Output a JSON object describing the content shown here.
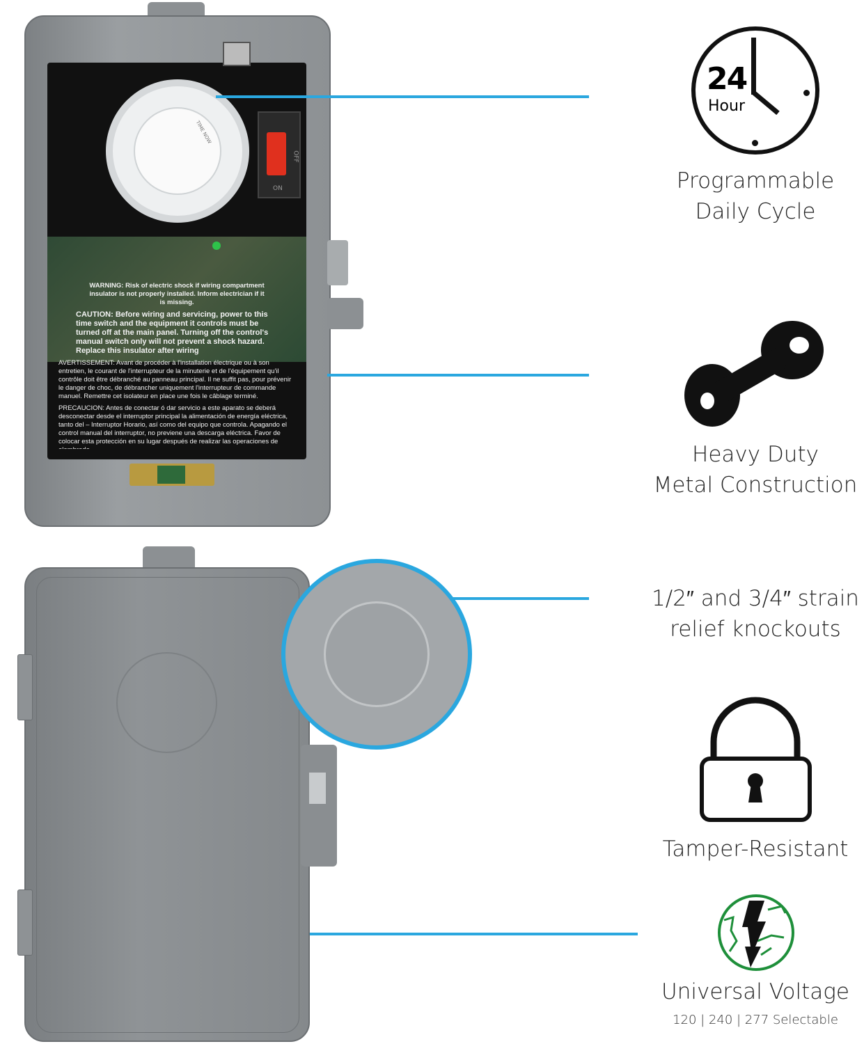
{
  "features": [
    {
      "icon": "24-hour-clock-icon",
      "clock_number": "24",
      "clock_unit": "Hour",
      "lines": [
        "Programmable",
        "Daily Cycle"
      ]
    },
    {
      "icon": "dumbbell-icon",
      "lines": [
        "Heavy Duty",
        "Metal Construction"
      ]
    },
    {
      "icon": "knockout-icon",
      "lines": [
        "1/2″ and 3/4″ strain",
        "relief knockouts"
      ]
    },
    {
      "icon": "padlock-icon",
      "lines": [
        "Tamper-Resistant"
      ]
    },
    {
      "icon": "lightning-globe-icon",
      "lines": [
        "Universal Voltage"
      ],
      "subtitle": "120 | 240 | 277 Selectable"
    }
  ],
  "product_label": {
    "warning": "WARNING: Risk of electric shock if wiring compartment insulator is not properly installed. Inform electrician if it is missing.",
    "caution": "CAUTION: Before wiring and servicing, power to this time switch and the equipment it controls must be turned off at the main panel. Turning off the control's manual switch only will not prevent a shock hazard. Replace this insulator after wiring",
    "avertissement": "AVERTISSEMENT: Avant de procéder à l'installation électrique ou à son entretien, le courant de l'interrupteur de la minuterie et de l'équipement qu'il contrôle doit être débranché au panneau principal. Il ne suffit pas, pour prévenir le danger de choc, de débrancher uniquement l'interrupteur de commande manuel. Remettre cet isolateur en place une fois le câblage terminé.",
    "precaucion": "PRECAUCION: Antes de conectar ó dar servicio a este aparato se deberá desconectar desde el interruptor principal la alimentación de energía eléctrica, tanto del – Interruptor Horario, así como del equipo que controla. Apagando el control manual del interruptor, no previene una descarga eléctrica. Favor de colocar esta protección en su lugar después de realizar las operaciones de alambrado.",
    "dial_text": "TIME NOW",
    "switch_on": "ON",
    "switch_off": "OFF"
  },
  "colors": {
    "accent_line": "#2aa7df",
    "voltage_icon": "#1e8f3a",
    "switch": "#e0301e"
  }
}
